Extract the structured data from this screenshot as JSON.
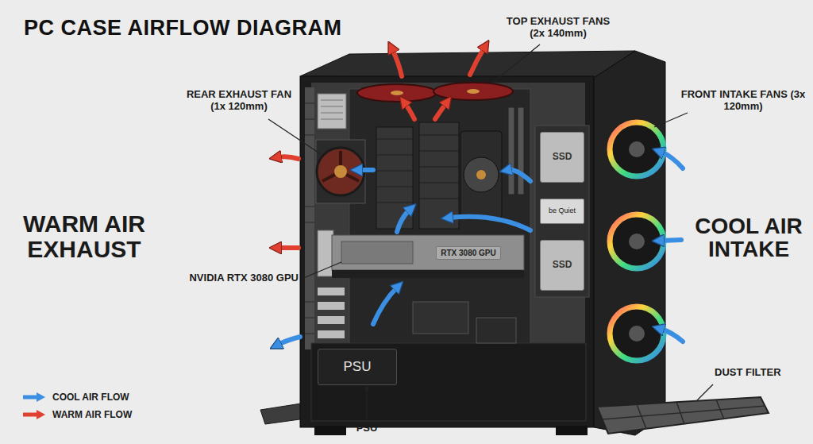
{
  "diagram": {
    "title": "PC CASE AIRFLOW DIAGRAM",
    "nodes": [
      {
        "text": [
          "SSD"
        ]
      },
      {
        "text": [
          "be Quiet"
        ]
      },
      {
        "text": [
          "SSD"
        ]
      },
      {
        "text": [
          "RTX 3080 GPU"
        ]
      },
      {
        "text": [
          "PSU"
        ]
      }
    ],
    "labels": [
      "TOP EXHAUST FANS (2x 140mm)",
      "REAR EXHAUST FAN (1x 120mm)",
      "FRONT INTAKE FANS (3x 120mm)",
      "WARM AIR EXHAUST",
      "COOL AIR INTAKE",
      "NVIDIA RTX 3080 GPU",
      "DUST FILTER",
      "PSU"
    ],
    "legend": [
      {
        "text": "COOL AIR FLOW",
        "color": "#3b8fe3"
      },
      {
        "text": "WARM AIR FLOW",
        "color": "#e0402f"
      }
    ]
  }
}
